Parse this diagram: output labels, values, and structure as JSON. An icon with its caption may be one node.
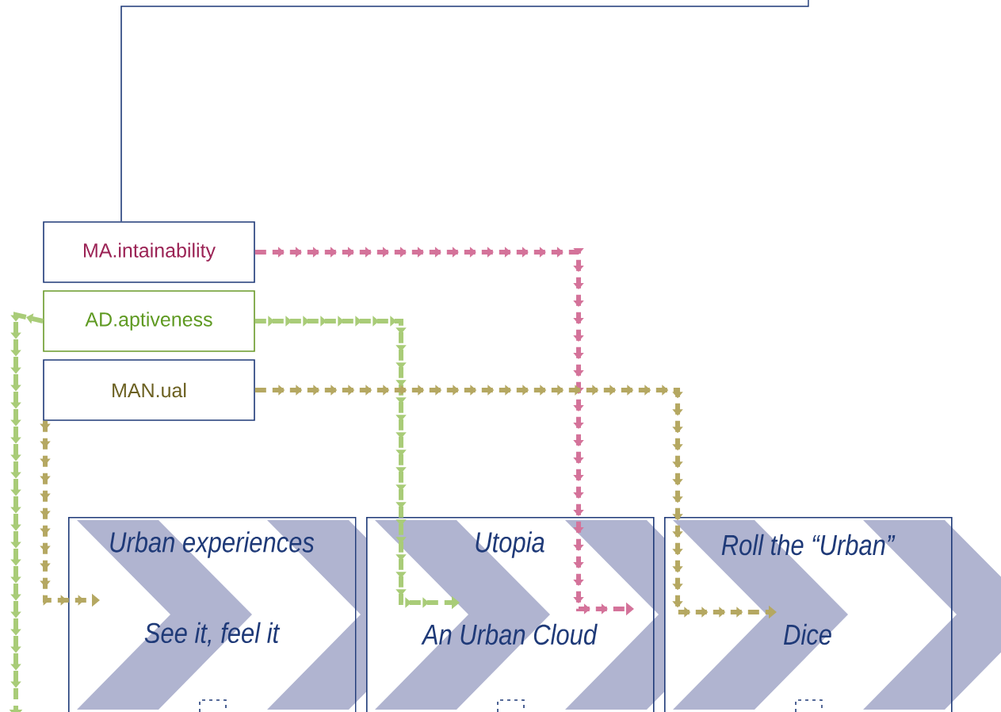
{
  "diagram": {
    "nodes": [
      {
        "text": [
          "MA.intainability"
        ]
      },
      {
        "text": [
          "AD.aptiveness"
        ]
      },
      {
        "text": [
          "MAN.ual"
        ]
      },
      {
        "text": [
          "Urban experiences",
          "See it, feel it"
        ]
      },
      {
        "text": [
          "Utopia",
          "An Urban Cloud"
        ]
      },
      {
        "text": [
          "Roll the “Urban”",
          "Dice"
        ]
      }
    ],
    "edges": [
      {
        "from": null,
        "to": 0,
        "arrow": "none",
        "color": "#1f3a78"
      },
      {
        "from": 0,
        "to": 4,
        "arrow": "to",
        "style": "dashed",
        "color": "#d4739a"
      },
      {
        "from": 1,
        "to": 4,
        "arrow": "to",
        "style": "dashed",
        "color": "#a9cc78"
      },
      {
        "from": 1,
        "to": null,
        "arrow": "to",
        "style": "dashed",
        "color": "#a9cc78"
      },
      {
        "from": 2,
        "to": 3,
        "arrow": "to",
        "style": "dashed",
        "color": "#b5a862"
      },
      {
        "from": 2,
        "to": 5,
        "arrow": "to",
        "style": "dashed",
        "color": "#b5a862"
      }
    ]
  }
}
